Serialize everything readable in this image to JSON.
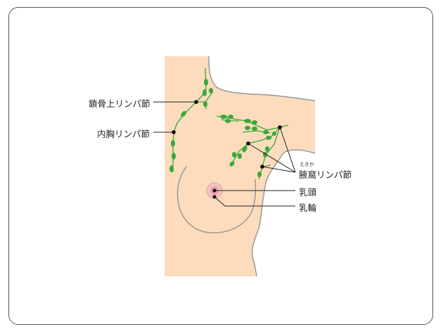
{
  "labels": {
    "clavicular": "鎖骨上リンパ節",
    "internal": "内胸リンパ節",
    "axillary": "腋窩リンパ節",
    "axillary_ruby": "えきか",
    "nipple": "乳頭",
    "areola": "乳輪"
  },
  "colors": {
    "skin": "#fcdcbd",
    "vessel": "#3aa83a",
    "outline": "#999999",
    "nipple": "#e8a0a8"
  }
}
